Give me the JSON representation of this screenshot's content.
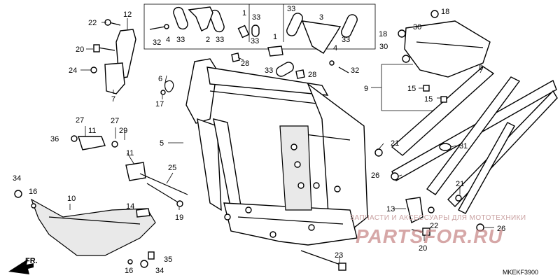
{
  "diagram": {
    "code": "MKEKF3900",
    "direction_label": "FR.",
    "watermark_tagline": "ЗАПЧАСТИ И АКСЕССУАРЫ ДЛЯ МОТОТЕХНИКИ",
    "watermark_logo": "PARTSFOR.RU",
    "callouts": [
      "1",
      "2",
      "3",
      "4",
      "5",
      "6",
      "7",
      "8",
      "9",
      "10",
      "11",
      "12",
      "13",
      "14",
      "15",
      "16",
      "17",
      "18",
      "19",
      "20",
      "21",
      "22",
      "23",
      "24",
      "25",
      "26",
      "27",
      "28",
      "29",
      "30",
      "31",
      "32",
      "33",
      "34",
      "35",
      "36"
    ]
  }
}
